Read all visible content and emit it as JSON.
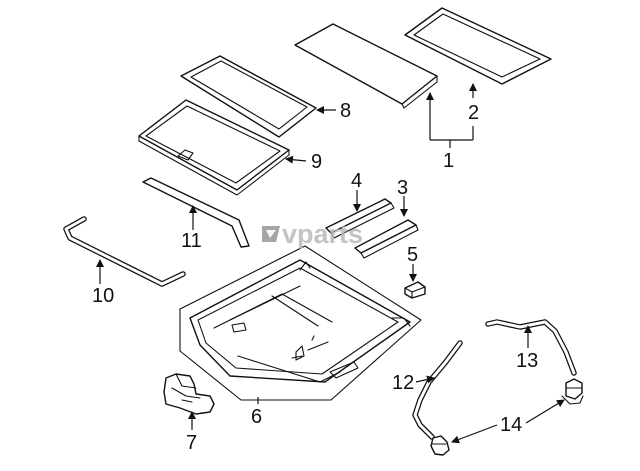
{
  "callouts": {
    "c1": "1",
    "c2": "2",
    "c3": "3",
    "c4": "4",
    "c5": "5",
    "c6": "6",
    "c7": "7",
    "c8": "8",
    "c9": "9",
    "c10": "10",
    "c11": "11",
    "c12": "12",
    "c13": "13",
    "c14": "14"
  },
  "watermark": {
    "text": "vparts"
  },
  "colors": {
    "line": "#111111",
    "background": "#ffffff",
    "watermark": "#b9b9b9"
  }
}
